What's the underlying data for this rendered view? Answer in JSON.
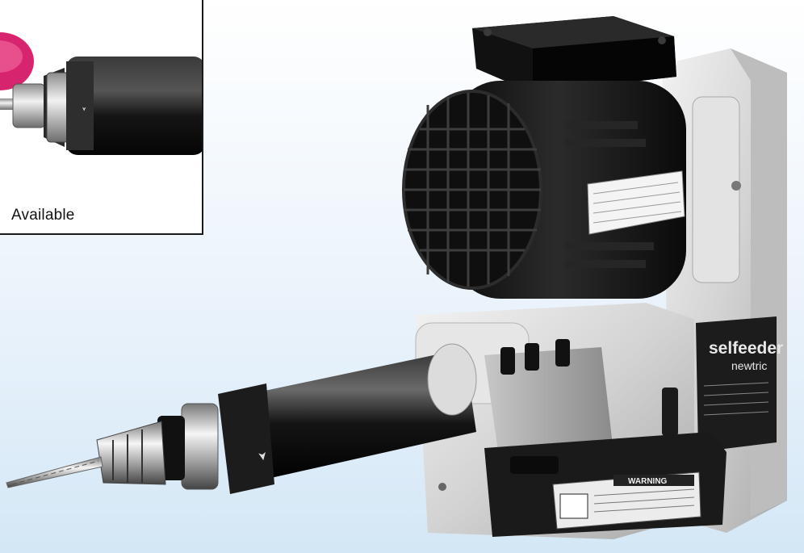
{
  "inset": {
    "caption": "Available"
  },
  "product": {
    "brand": "selfeeder",
    "model": "newtric",
    "warning_heading": "WARNING"
  },
  "colors": {
    "background_top": "#ffffff",
    "background_bottom": "#d4e7f6",
    "inset_badge": "#d6246e",
    "drill_black": "#111111",
    "housing_gray": "#d9d9d9"
  }
}
